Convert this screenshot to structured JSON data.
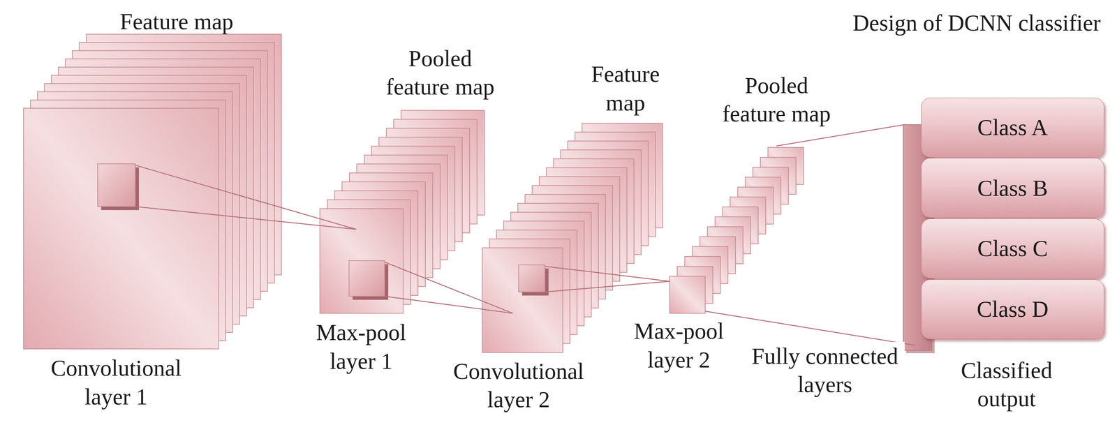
{
  "diagram": {
    "title": "Design of DCNN classifier",
    "nodes": [
      {
        "text": [
          "Class A"
        ]
      },
      {
        "text": [
          "Class B"
        ]
      },
      {
        "text": [
          "Class C"
        ]
      },
      {
        "text": [
          "Class D"
        ]
      }
    ],
    "labels": [
      "Feature map",
      "Pooled feature map",
      "Feature map",
      "Pooled feature map",
      "Convolutional layer 1",
      "Max-pool layer 1",
      "Convolutional layer 2",
      "Max-pool layer 2",
      "Fully connected layers",
      "Classified output"
    ]
  }
}
